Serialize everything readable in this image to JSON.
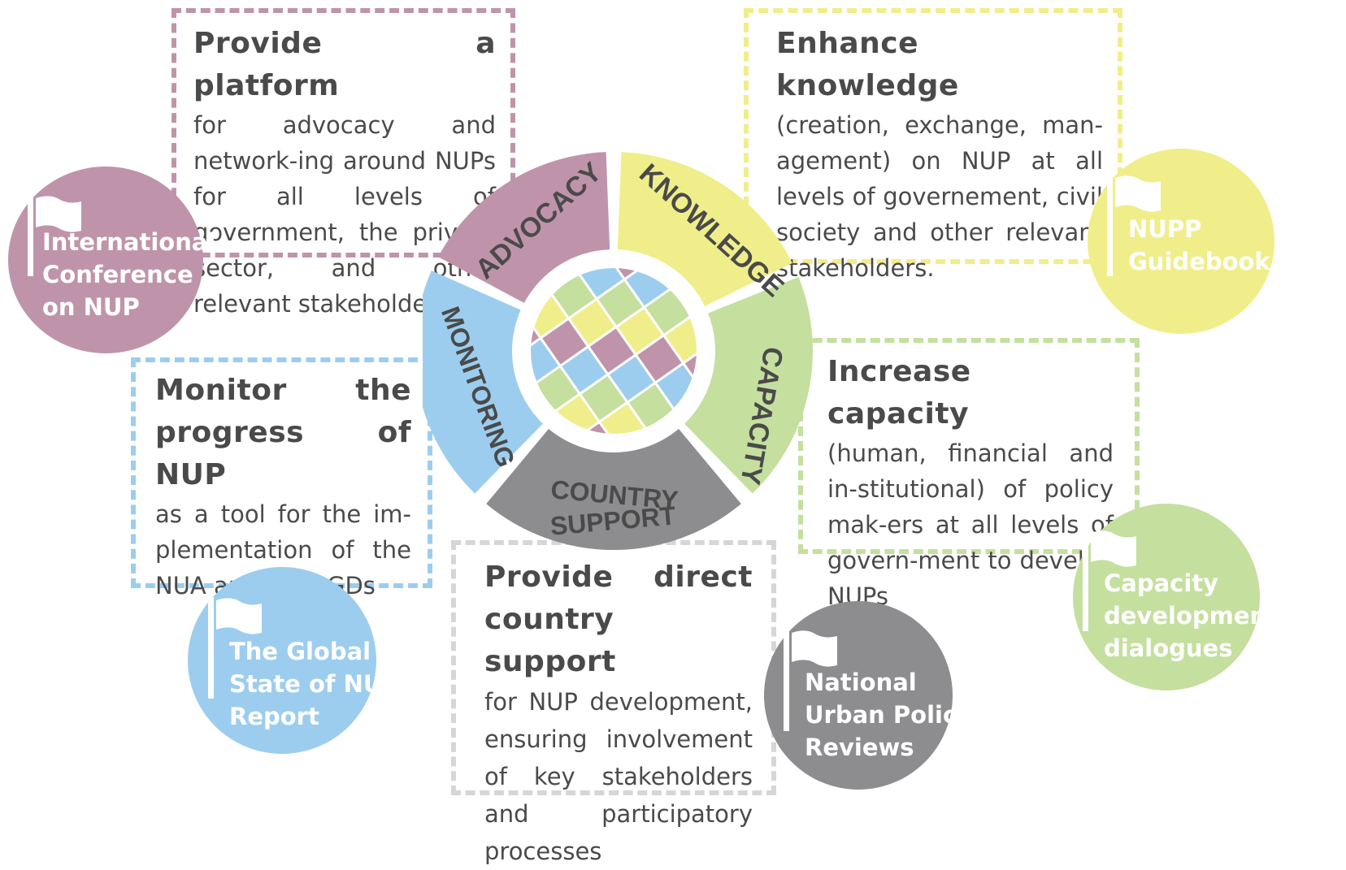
{
  "colors": {
    "advocacy": "#bf94ab",
    "knowledge": "#f0ee8a",
    "capacity": "#c5df9f",
    "country": "#8d8d8f",
    "monitoring": "#9dcdee",
    "text": "#4a4a4a"
  },
  "wheel": {
    "segments": [
      {
        "id": "advocacy",
        "label": "ADVOCACY"
      },
      {
        "id": "knowledge",
        "label": "KNOWLEDGE"
      },
      {
        "id": "capacity",
        "label": "CAPACITY"
      },
      {
        "id": "country",
        "label_line1": "COUNTRY",
        "label_line2": "SUPPORT"
      },
      {
        "id": "monitoring",
        "label": "MONITORING"
      }
    ]
  },
  "boxes": {
    "advocacy": {
      "title": "Provide a platform",
      "body": "for advocacy and network-ing around NUPs for all levels of government, the private sector, and other relevant stakeholders"
    },
    "knowledge": {
      "title": "Enhance knowledge",
      "body": "(creation, exchange, man-agement) on NUP at all levels of governement, civil society and other relevant stakeholders."
    },
    "capacity": {
      "title": "Increase capacity",
      "body": "(human, financial and in-stitutional) of policy mak-ers at all levels of govern-ment to develop NUPs"
    },
    "monitoring": {
      "title_line1": "Monitor the",
      "title_line2": "progress of NUP",
      "body": "as a tool for the im-plementation of the NUA and the SGDs"
    },
    "country": {
      "title_line1": "Provide direct",
      "title_line2": "country support",
      "body": "for NUP development, ensuring involvement of key stakeholders and participatory processes"
    }
  },
  "flags": {
    "advocacy": "International\nConference\non NUP",
    "knowledge": "NUPP\nGuidebook",
    "capacity": "Capacity\ndevelopment\ndialogues",
    "monitoring": "The Global\nState of NUP\nReport",
    "country": "National\nUrban Policy\nReviews"
  }
}
